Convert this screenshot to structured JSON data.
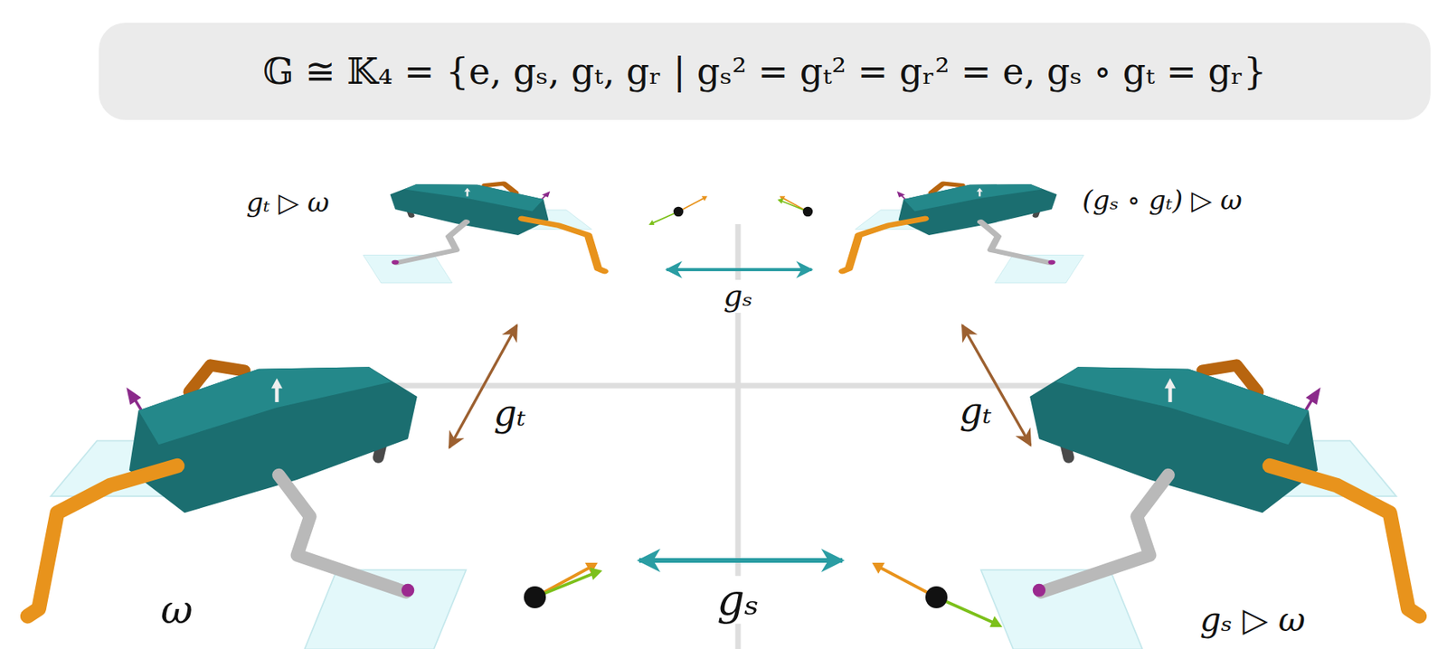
{
  "diagram": {
    "title": "𝔾 ≅ 𝕂₄ = {e, gₛ, gₜ, gᵣ | gₛ² = gₜ² = gᵣ² = e, gₛ ∘ gₜ = gᵣ}",
    "nodes": [
      {
        "text": [
          "gₜ ▷ ω"
        ]
      },
      {
        "text": [
          "(gₛ ∘ gₜ) ▷ ω"
        ]
      },
      {
        "text": [
          "ω"
        ]
      },
      {
        "text": [
          "gₛ ▷ ω"
        ]
      }
    ],
    "edges": [
      {
        "from": 0,
        "to": 2,
        "label": "gₜ",
        "arrow": "both"
      },
      {
        "from": 1,
        "to": 3,
        "label": "gₜ",
        "arrow": "both"
      },
      {
        "from": 0,
        "to": 1,
        "label": "gₛ",
        "arrow": "both"
      },
      {
        "from": 2,
        "to": 3,
        "label": "gₛ",
        "arrow": "both"
      }
    ]
  }
}
